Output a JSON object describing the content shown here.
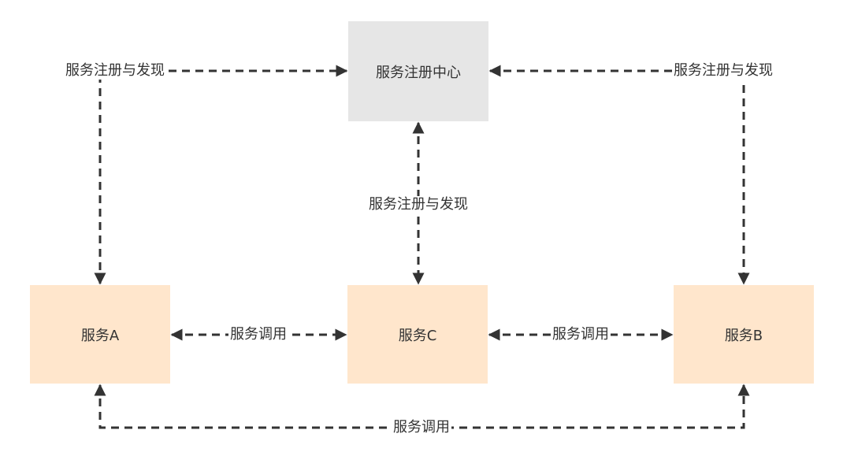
{
  "nodes": {
    "registry": "服务注册中心",
    "service_a": "服务A",
    "service_c": "服务C",
    "service_b": "服务B"
  },
  "edge_labels": {
    "registry_left": "服务注册与发现",
    "registry_right": "服务注册与发现",
    "registry_center": "服务注册与发现",
    "a_to_c": "服务调用",
    "c_to_b": "服务调用",
    "a_to_b": "服务调用"
  },
  "colors": {
    "registry_fill": "#e6e6e6",
    "service_fill": "#ffe6cc",
    "line": "#333333"
  }
}
